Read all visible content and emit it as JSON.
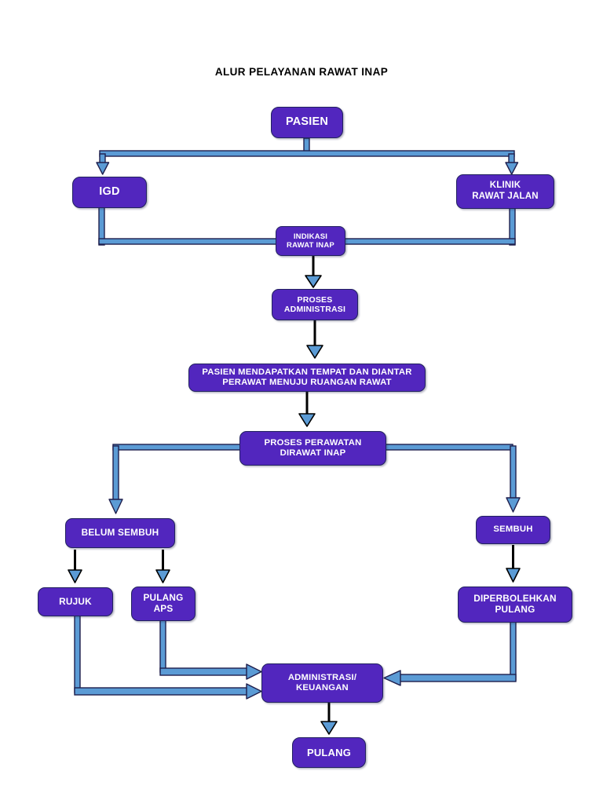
{
  "diagram": {
    "title": "ALUR PELAYANAN RAWAT INAP",
    "type": "flowchart",
    "orientation": "top-to-bottom",
    "colors": {
      "node_fill": "#5226BE",
      "node_border": "#22225E",
      "node_text": "#FFFFFF",
      "connector_fill": "#5B9BD5",
      "connector_outline": "#1F1F4D",
      "thin_arrow": "#000000",
      "background": "#FFFFFF"
    },
    "nodes": [
      {
        "id": "pasien",
        "label": "PASIEN"
      },
      {
        "id": "igd",
        "label": "IGD"
      },
      {
        "id": "klinik",
        "label": "KLINIK\nRAWAT JALAN"
      },
      {
        "id": "indikasi",
        "label": "INDIKASI\nRAWAT INAP"
      },
      {
        "id": "proses_adm",
        "label": "PROSES\nADMINISTRASI"
      },
      {
        "id": "tempat",
        "label": "PASIEN MENDAPATKAN TEMPAT DAN DIANTAR\nPERAWAT MENUJU RUANGAN RAWAT"
      },
      {
        "id": "perawatan",
        "label": "PROSES PERAWATAN\nDIRAWAT INAP"
      },
      {
        "id": "belum_sembuh",
        "label": "BELUM SEMBUH"
      },
      {
        "id": "sembuh",
        "label": "SEMBUH"
      },
      {
        "id": "rujuk",
        "label": "RUJUK"
      },
      {
        "id": "pulang_aps",
        "label": "PULANG\nAPS"
      },
      {
        "id": "diperbolehkan",
        "label": "DIPERBOLEHKAN\nPULANG"
      },
      {
        "id": "admin_keu",
        "label": "ADMINISTRASI/\nKEUANGAN"
      },
      {
        "id": "pulang",
        "label": "PULANG"
      }
    ],
    "edges": [
      {
        "from": "pasien",
        "to": "igd"
      },
      {
        "from": "pasien",
        "to": "klinik"
      },
      {
        "from": "igd",
        "to": "indikasi"
      },
      {
        "from": "klinik",
        "to": "indikasi"
      },
      {
        "from": "indikasi",
        "to": "proses_adm"
      },
      {
        "from": "proses_adm",
        "to": "tempat"
      },
      {
        "from": "tempat",
        "to": "perawatan"
      },
      {
        "from": "perawatan",
        "to": "belum_sembuh"
      },
      {
        "from": "perawatan",
        "to": "sembuh"
      },
      {
        "from": "belum_sembuh",
        "to": "rujuk"
      },
      {
        "from": "belum_sembuh",
        "to": "pulang_aps"
      },
      {
        "from": "sembuh",
        "to": "diperbolehkan"
      },
      {
        "from": "rujuk",
        "to": "admin_keu"
      },
      {
        "from": "pulang_aps",
        "to": "admin_keu"
      },
      {
        "from": "diperbolehkan",
        "to": "admin_keu"
      },
      {
        "from": "admin_keu",
        "to": "pulang"
      }
    ]
  }
}
